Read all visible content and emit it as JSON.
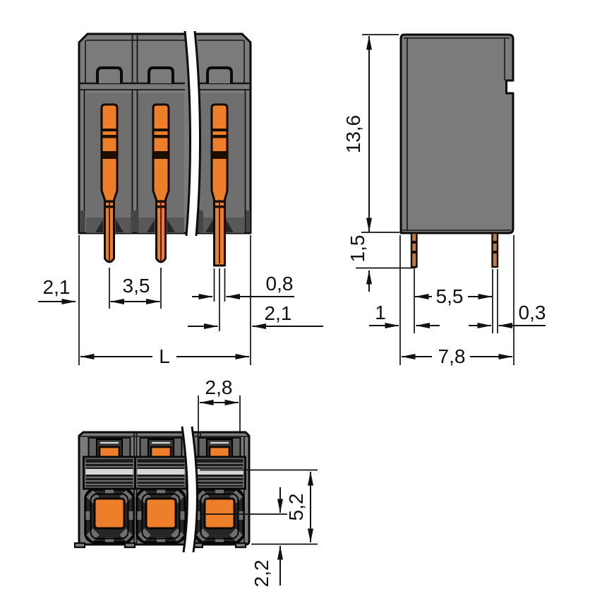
{
  "title": "terminal-block-dimension-drawing",
  "colors": {
    "background": "#ffffff",
    "line": "#111111",
    "body_gray": "#7b7b7b",
    "body_gray_dark": "#6f6f6f",
    "panel_dark": "#1c1c1c",
    "recess_gray": "#626262",
    "ring_dark": "#262626",
    "orange": "#ee7f2a",
    "pin_band": "#1c0e00",
    "side_pin": "#b97a4e"
  },
  "views": {
    "front": {
      "dims": {
        "pin_edge_offset_left": "2,1",
        "pin_pitch": "3,5",
        "pin_tip_width": "0,8",
        "pin_edge_offset_right": "2,1",
        "overall_length": "L"
      }
    },
    "side": {
      "dims": {
        "body_height": "13,6",
        "pin_protrusion": "1,5",
        "edge_to_pin": "1",
        "pin_row_spacing": "5,5",
        "pin_thickness": "0,3",
        "body_depth": "7,8"
      }
    },
    "bottom": {
      "dims": {
        "clamp_opening_width": "2,8",
        "contact_axis_to_edge": "5,2",
        "pin_axis_to_edge": "2,2"
      }
    }
  }
}
